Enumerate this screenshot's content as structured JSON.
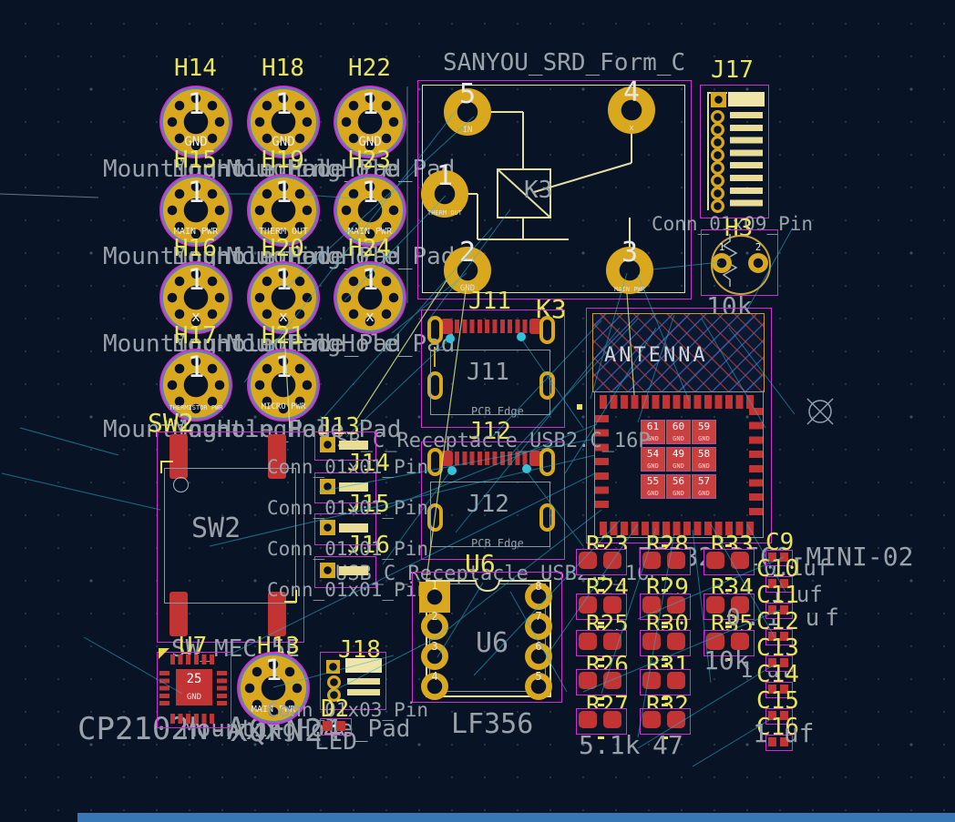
{
  "board": {
    "background": "#081426",
    "courtyard_color": "#d42bd4",
    "pad_gold": "#d9a81f",
    "pad_red": "#c23434",
    "silk_yellow": "#e8e35a",
    "fab_gray": "#9aa1a8",
    "ratsnest_cyan": "#2ab5d0",
    "bottom_bar_color": "#3877b5"
  },
  "mounting_holes": {
    "fab_name": "MountingHole_Pad",
    "items": [
      {
        "ref": "H14",
        "pin": "1",
        "net": "GND"
      },
      {
        "ref": "H18",
        "pin": "1",
        "net": "GND"
      },
      {
        "ref": "H22",
        "pin": "1",
        "net": "GND"
      },
      {
        "ref": "H15",
        "pin": "1",
        "net": "MAIN PWR"
      },
      {
        "ref": "H19",
        "pin": "1",
        "net": "THERM OUT"
      },
      {
        "ref": "H23",
        "pin": "1",
        "net": "MAIN PWR"
      },
      {
        "ref": "H16",
        "pin": "1",
        "net": "x"
      },
      {
        "ref": "H20",
        "pin": "1",
        "net": "x"
      },
      {
        "ref": "H24",
        "pin": "1",
        "net": "x"
      },
      {
        "ref": "H17",
        "pin": "1",
        "net": "THERMISTOR PWR"
      },
      {
        "ref": "H21",
        "pin": "1",
        "net": "MICRO PWR"
      }
    ]
  },
  "relay": {
    "name": "SANYOU_SRD_Form_C",
    "ref": "K3",
    "fab_ref": "K3",
    "pads": [
      {
        "pin": "5",
        "net": "IN"
      },
      {
        "pin": "4",
        "net": "x"
      },
      {
        "pin": "1",
        "net": "THERM OUT"
      },
      {
        "pin": "2",
        "net": "GND"
      },
      {
        "pin": "3",
        "net": "MAIN PWR"
      }
    ]
  },
  "j17": {
    "ref": "J17",
    "name": "Conn_01x09_Pin"
  },
  "h3": {
    "ref": "H3",
    "value": "10k",
    "pins": [
      "1",
      "2"
    ]
  },
  "esp32": {
    "name": "ESP32-PICO-MINI-02",
    "antenna": "ANTENNA",
    "pads": [
      {
        "pin": "61",
        "net": "GND"
      },
      {
        "pin": "60",
        "net": "GND"
      },
      {
        "pin": "59",
        "net": "GND"
      },
      {
        "pin": "54",
        "net": "GND"
      },
      {
        "pin": "49",
        "net": "GND"
      },
      {
        "pin": "58",
        "net": "GND"
      },
      {
        "pin": "55",
        "net": "GND"
      },
      {
        "pin": "56",
        "net": "GND"
      },
      {
        "pin": "57",
        "net": "GND"
      }
    ]
  },
  "usb": {
    "name": "USB_C_Receptacle_USB2.C_16P",
    "edge": "PCB Edge",
    "a": {
      "ref": "J11",
      "fab_ref": "J11"
    },
    "b": {
      "ref": "J12",
      "fab_ref": "J12"
    }
  },
  "sw2": {
    "ref": "SW2",
    "fab_ref": "SW2",
    "name": "SW_MEC_5E"
  },
  "single_pins": {
    "name": "Conn_01x01_Pin",
    "refs": [
      "J13",
      "J14",
      "J15",
      "J16"
    ]
  },
  "u6": {
    "ref": "U6",
    "fab_ref": "U6",
    "value": "LF356",
    "left_pins": [
      "1",
      "2",
      "3",
      "4"
    ],
    "right_pins": [
      "8",
      "7",
      "6",
      "5"
    ]
  },
  "u7": {
    "ref": "U7",
    "value": "CP2102N-Axx",
    "name": "xQFN24",
    "pad_num": "25",
    "pad_net": "GND"
  },
  "h13": {
    "ref": "H13",
    "pin": "1",
    "net": "MAIN PWR",
    "fab_name": "MountingHole_Pad"
  },
  "j18": {
    "ref": "J18",
    "name": "Conn_01x03_Pin"
  },
  "d2": {
    "ref": "D2",
    "value": "LED"
  },
  "resistors": {
    "columns": [
      {
        "refs": [
          "R23",
          "R24",
          "R25",
          "R26",
          "R27"
        ],
        "value": "5.1k"
      },
      {
        "refs": [
          "R28",
          "R29",
          "R30",
          "R31",
          "R32"
        ],
        "value": "47"
      },
      {
        "refs": [
          "R33",
          "R34",
          "R35"
        ],
        "value": "10k"
      }
    ]
  },
  "capacitors": {
    "refs": [
      "C9",
      "C10",
      "C11",
      "C12",
      "C13",
      "C14",
      "C15",
      "C16"
    ],
    "value_labels": [
      {
        "text": "0.1uf"
      },
      {
        "text": "1 uf"
      },
      {
        "text": "0.1 uf"
      },
      {
        "text": "1 uf"
      },
      {
        "text": "1 uf"
      }
    ]
  }
}
